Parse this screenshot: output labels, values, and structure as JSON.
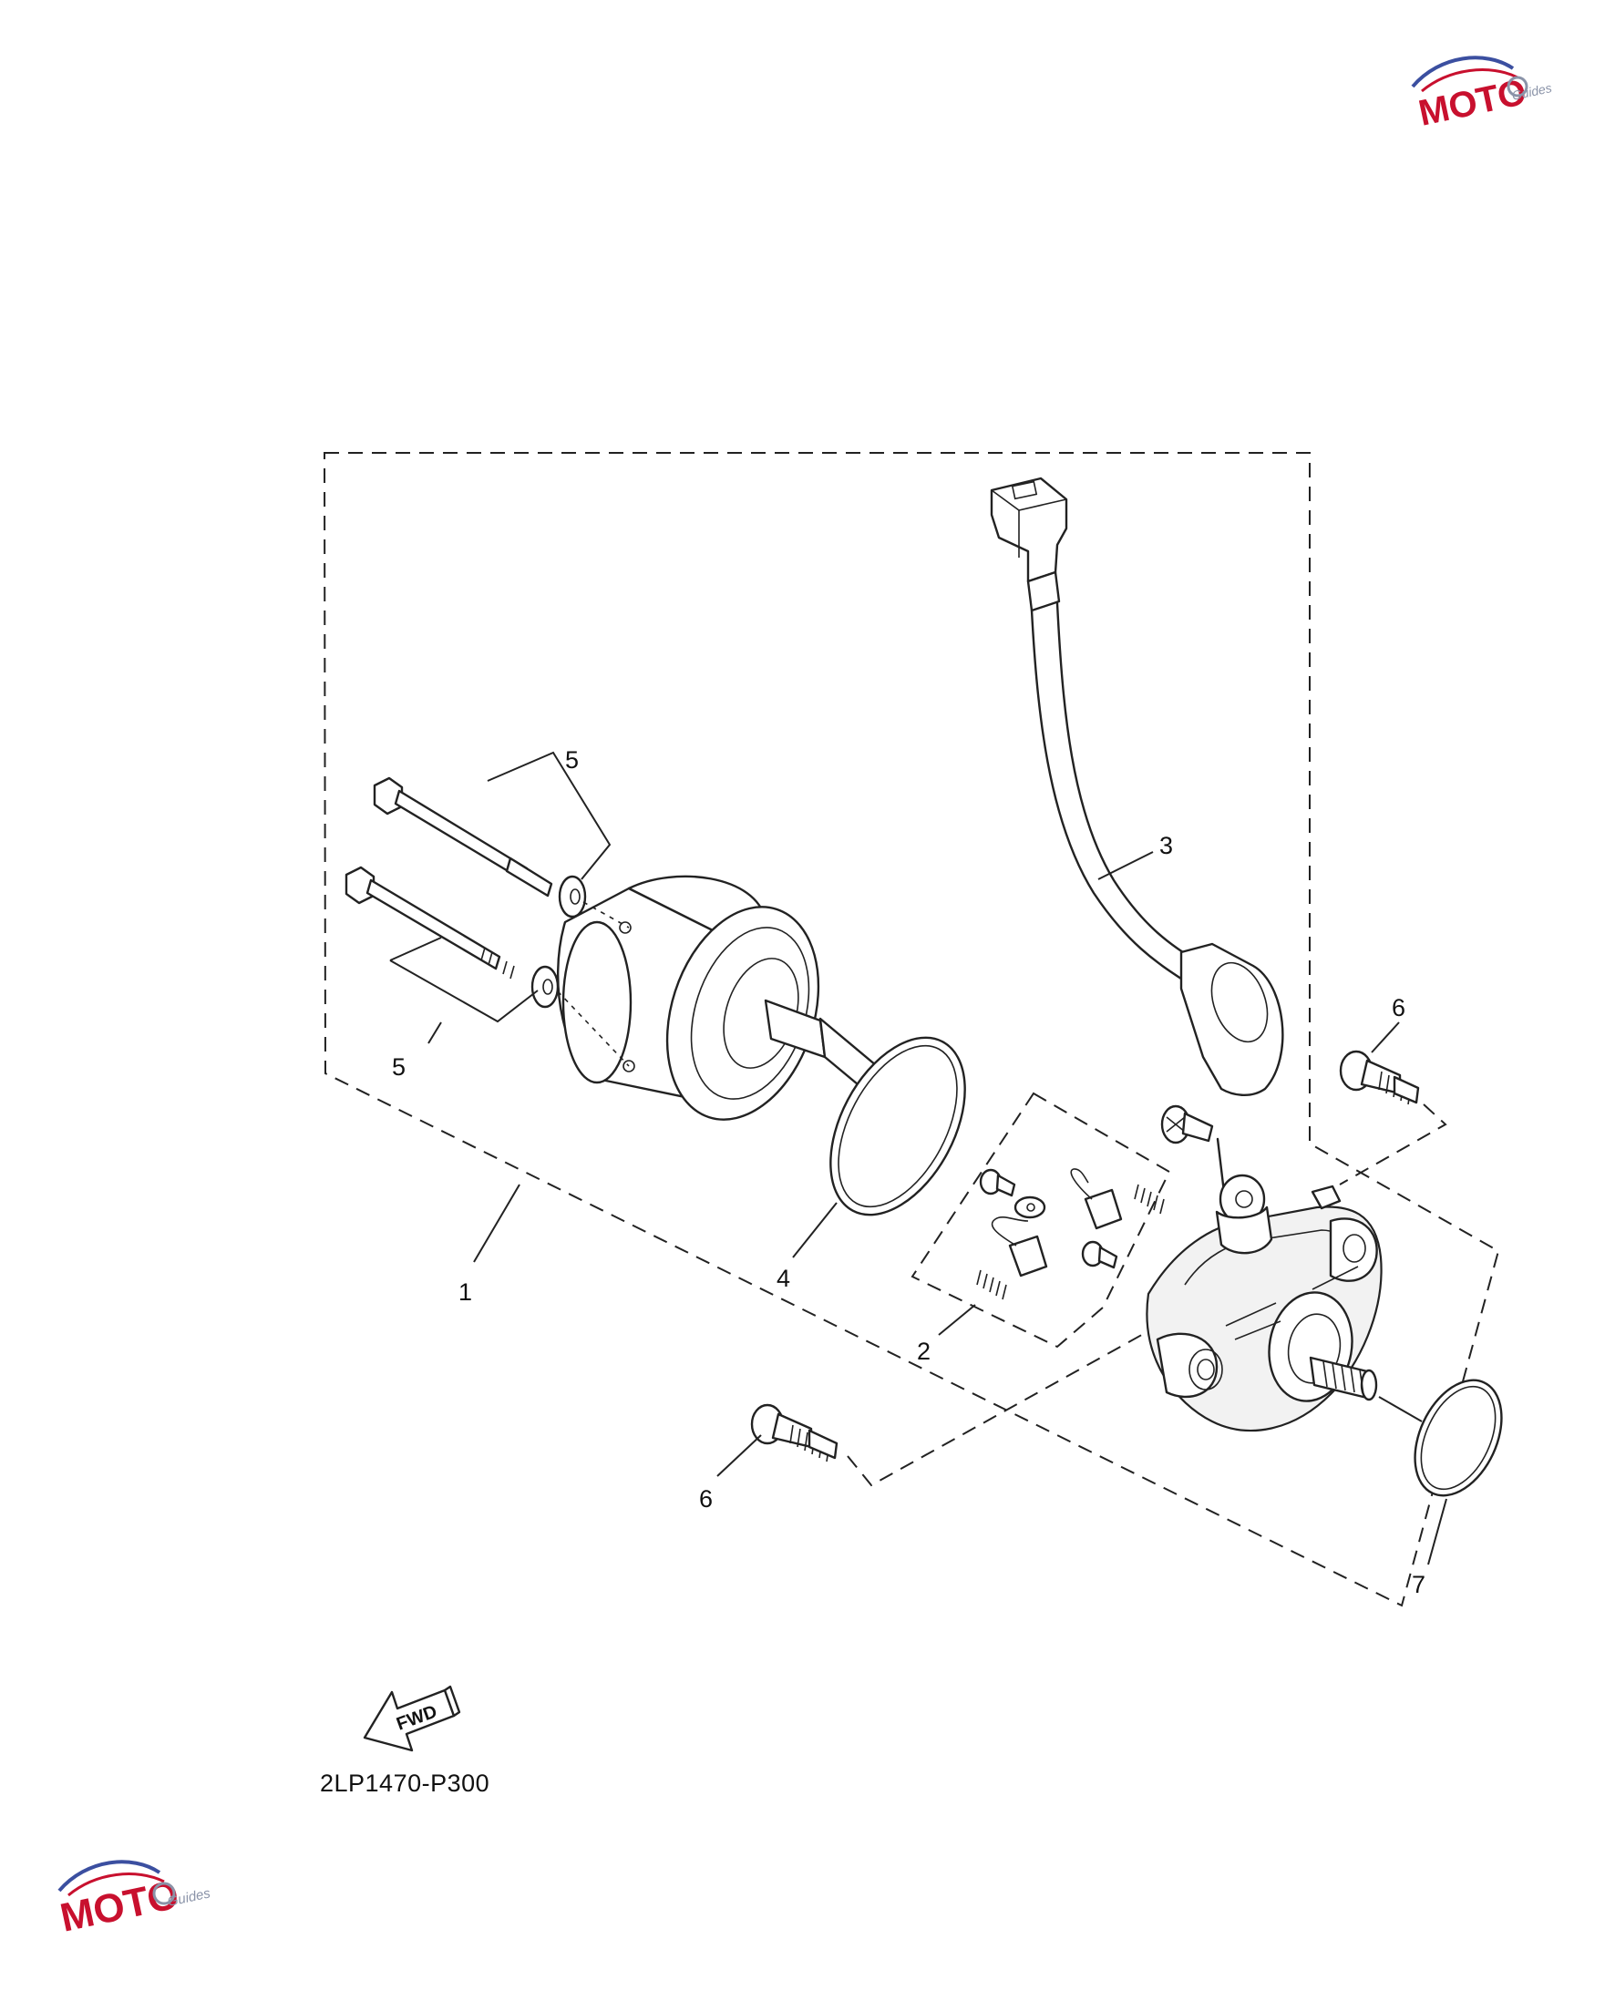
{
  "callouts": {
    "c1": "1",
    "c2": "2",
    "c3": "3",
    "c4": "4",
    "c5_top": "5",
    "c5_bottom": "5",
    "c6_right": "6",
    "c6_left": "6",
    "c7": "7"
  },
  "fwd_label": "FWD",
  "ref_code": "2LP1470-P300",
  "watermark": {
    "brand": "MOTO",
    "sub": "Guides",
    "brand_color": "#c8102e",
    "swoosh_color": "#3b4fa0"
  },
  "icons": [
    "fwd-arrow-icon",
    "moto-guides-logo"
  ]
}
